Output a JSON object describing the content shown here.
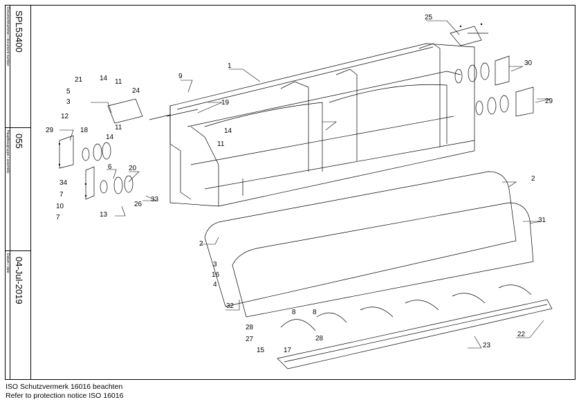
{
  "title_block": {
    "document_number_label": "Dokumentnummer / document number",
    "document_number": "SPL53400",
    "assembly_label": "Hauptbaugruppe / assembly",
    "assembly": "055",
    "date_label": "Datum / date",
    "date": "04-Jul-2019"
  },
  "notice": {
    "line1": "ISO Schutzvermerk 16016 beachten",
    "line2": "Refer to protection notice ISO 16016"
  },
  "callouts": [
    {
      "id": "c-25",
      "label": "25"
    },
    {
      "id": "c-1",
      "label": "1"
    },
    {
      "id": "c-9",
      "label": "9"
    },
    {
      "id": "c-14a",
      "label": "14"
    },
    {
      "id": "c-21",
      "label": "21"
    },
    {
      "id": "c-11a",
      "label": "11"
    },
    {
      "id": "c-24",
      "label": "24"
    },
    {
      "id": "c-5",
      "label": "5"
    },
    {
      "id": "c-3a",
      "label": "3"
    },
    {
      "id": "c-12",
      "label": "12"
    },
    {
      "id": "c-11b",
      "label": "11"
    },
    {
      "id": "c-18",
      "label": "18"
    },
    {
      "id": "c-14b",
      "label": "14"
    },
    {
      "id": "c-19",
      "label": "19"
    },
    {
      "id": "c-14c",
      "label": "14"
    },
    {
      "id": "c-11c",
      "label": "11"
    },
    {
      "id": "c-29a",
      "label": "29"
    },
    {
      "id": "c-30",
      "label": "30"
    },
    {
      "id": "c-29b",
      "label": "29"
    },
    {
      "id": "c-6",
      "label": "6"
    },
    {
      "id": "c-20",
      "label": "20"
    },
    {
      "id": "c-34",
      "label": "34"
    },
    {
      "id": "c-7a",
      "label": "7"
    },
    {
      "id": "c-26",
      "label": "26"
    },
    {
      "id": "c-33",
      "label": "33"
    },
    {
      "id": "c-10",
      "label": "10"
    },
    {
      "id": "c-7b",
      "label": "7"
    },
    {
      "id": "c-13",
      "label": "13"
    },
    {
      "id": "c-2a",
      "label": "2"
    },
    {
      "id": "c-31",
      "label": "31"
    },
    {
      "id": "c-2b",
      "label": "2"
    },
    {
      "id": "c-3b",
      "label": "3"
    },
    {
      "id": "c-16",
      "label": "16"
    },
    {
      "id": "c-4",
      "label": "4"
    },
    {
      "id": "c-32",
      "label": "32"
    },
    {
      "id": "c-8a",
      "label": "8"
    },
    {
      "id": "c-8b",
      "label": "8"
    },
    {
      "id": "c-28a",
      "label": "28"
    },
    {
      "id": "c-28b",
      "label": "28"
    },
    {
      "id": "c-27",
      "label": "27"
    },
    {
      "id": "c-15",
      "label": "15"
    },
    {
      "id": "c-17",
      "label": "17"
    },
    {
      "id": "c-23",
      "label": "23"
    },
    {
      "id": "c-22",
      "label": "22"
    }
  ]
}
